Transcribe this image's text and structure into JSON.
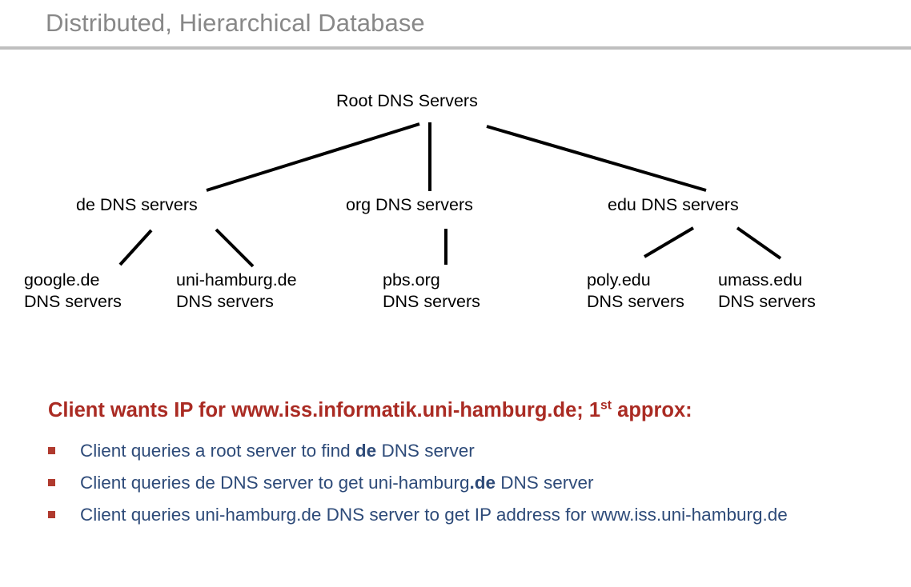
{
  "slide": {
    "title": "Distributed, Hierarchical Database",
    "title_color": "#888888",
    "rule_color": "#bfbfbf",
    "background": "#ffffff"
  },
  "tree": {
    "line_color": "#000000",
    "text_color": "#000000",
    "nodes": {
      "root": {
        "label": "Root DNS Servers"
      },
      "de": {
        "label": "de DNS servers"
      },
      "org": {
        "label": "org DNS servers"
      },
      "edu": {
        "label": "edu DNS servers"
      },
      "google": {
        "line1": "google.de",
        "line2": "DNS servers"
      },
      "unihh": {
        "line1": "uni-hamburg.de",
        "line2": "DNS servers"
      },
      "pbs": {
        "line1": "pbs.org",
        "line2": "DNS servers"
      },
      "poly": {
        "line1": "poly.edu",
        "line2": "DNS servers"
      },
      "umass": {
        "line1": "umass.edu",
        "line2": "DNS servers"
      }
    }
  },
  "heading": {
    "color": "#aa2b23",
    "part1": "Client wants IP for www.iss.informatik.uni-hamburg.de; 1",
    "superscript": "st",
    "part2": " approx:"
  },
  "bullets": {
    "mark_color": "#b03a2e",
    "text_color": "#2e4b79",
    "items": [
      {
        "pre": "Client queries a root server to find ",
        "bold": "de",
        "post": " DNS server"
      },
      {
        "pre": "Client queries de DNS server to get uni-hamburg",
        "bold": ".de",
        "post": " DNS server"
      },
      {
        "pre": "Client queries uni-hamburg.de DNS server to get  IP address for www.iss.uni-hamburg.de",
        "bold": "",
        "post": ""
      }
    ]
  }
}
